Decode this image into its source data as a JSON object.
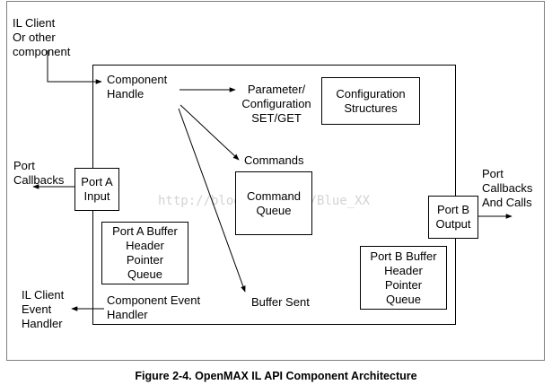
{
  "labels": {
    "il_client": "IL Client\nOr other\ncomponent",
    "component_handle": "Component\nHandle",
    "parameter": "Parameter/\nConfiguration\nSET/GET",
    "commands": "Commands",
    "buffer_sent": "Buffer Sent",
    "component_event_handler": "Component Event\nHandler",
    "port_callbacks_left": "Port\nCallbacks",
    "port_callbacks_right": "Port\nCallbacks\nAnd Calls",
    "il_client_event_handler": "IL Client\nEvent\nHandler"
  },
  "boxes": {
    "configuration_structures": "Configuration\nStructures",
    "command_queue": "Command\nQueue",
    "port_a_input": "Port A\nInput",
    "port_a_buffer": "Port A Buffer\nHeader\nPointer\nQueue",
    "port_b_output": "Port B\nOutput",
    "port_b_buffer": "Port B Buffer\nHeader\nPointer\nQueue"
  },
  "watermark": "http://blog.csdn.net/Blue_XX",
  "caption": "Figure 2-4. OpenMAX IL API Component Architecture"
}
